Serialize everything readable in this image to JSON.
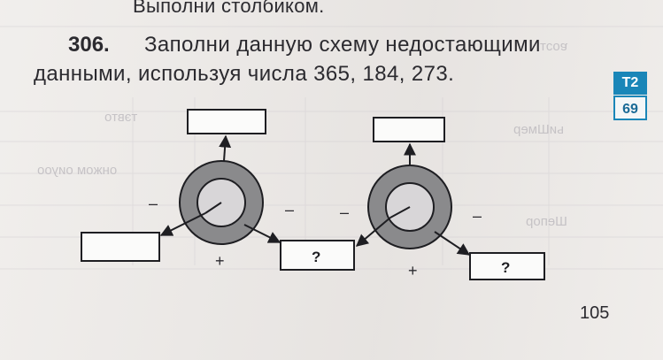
{
  "header_fragment": {
    "text": "Выполни столбиком."
  },
  "task": {
    "number": "306.",
    "line1": "Заполни данную схему недостающими",
    "line2": "данными, используя числа 365, 184, 273."
  },
  "badge": {
    "top": "Т2",
    "bottom": "69"
  },
  "diagram": {
    "left": {
      "minus_label": "–",
      "plus_label": "+",
      "right_minus_label": "–"
    },
    "middle_box_text": "?",
    "right": {
      "minus_left_label": "–",
      "plus_label": "+",
      "minus_right_label": "–"
    },
    "right_box_text": "?"
  },
  "page_number": "105",
  "colors": {
    "badge_blue": "#1a86b8",
    "ring_gray": "#8a8a8c",
    "ink": "#2b2a2f"
  }
}
